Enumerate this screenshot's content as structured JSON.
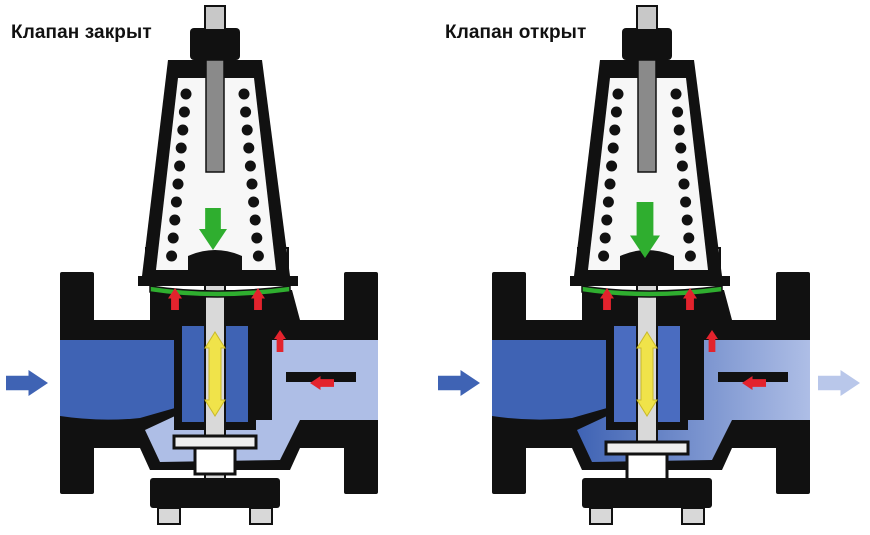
{
  "diagram": {
    "panels": [
      {
        "id": "closed",
        "caption": "Клапан закрыт"
      },
      {
        "id": "open",
        "caption": "Клапан открыт"
      }
    ],
    "colors": {
      "body": "#111111",
      "inlet_blue": "#3f63b4",
      "outlet_blue": "#aebee6",
      "spring_bg": "#f7f7f7",
      "green_arrow": "#2fae2f",
      "yellow_arrow": "#f0e34a",
      "red_arrow": "#e3232d",
      "bolt": "#d8d8d8"
    },
    "icons": [
      "inlet-arrow-icon",
      "outlet-arrow-icon",
      "spring-icon",
      "force-arrow-icon",
      "stroke-arrow-icon",
      "pressure-arrow-icon"
    ]
  }
}
